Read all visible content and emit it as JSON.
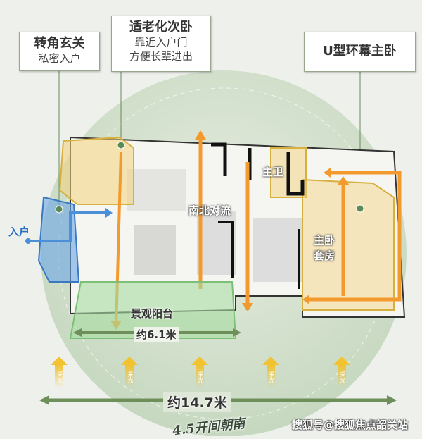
{
  "callouts": [
    {
      "title": "转角玄关",
      "sub": [
        "私密入户"
      ]
    },
    {
      "title": "适老化次卧",
      "sub": [
        "靠近入户门",
        "方便长辈进出"
      ]
    },
    {
      "title": "U型环幕主卧",
      "sub": []
    }
  ],
  "labels": {
    "entry": "入户",
    "airflow": "南北对流",
    "master_bath": "主卫",
    "master_suite_1": "主卧",
    "master_suite_2": "套房",
    "balcony": "景观阳台",
    "balcony_width": "约6.1米",
    "total_width": "约14.7米",
    "orientation": "4.5开间朝南",
    "sunlight": "采光"
  },
  "watermark": "搜狐号@搜狐焦点韶关站",
  "colors": {
    "accent_orange": "#f29a2e",
    "entry_blue": "#4a8fd8",
    "balcony_green": "#8fcf8a",
    "width_bar": "#6f8f5a",
    "highlight_yellow": "#f3d27a"
  }
}
